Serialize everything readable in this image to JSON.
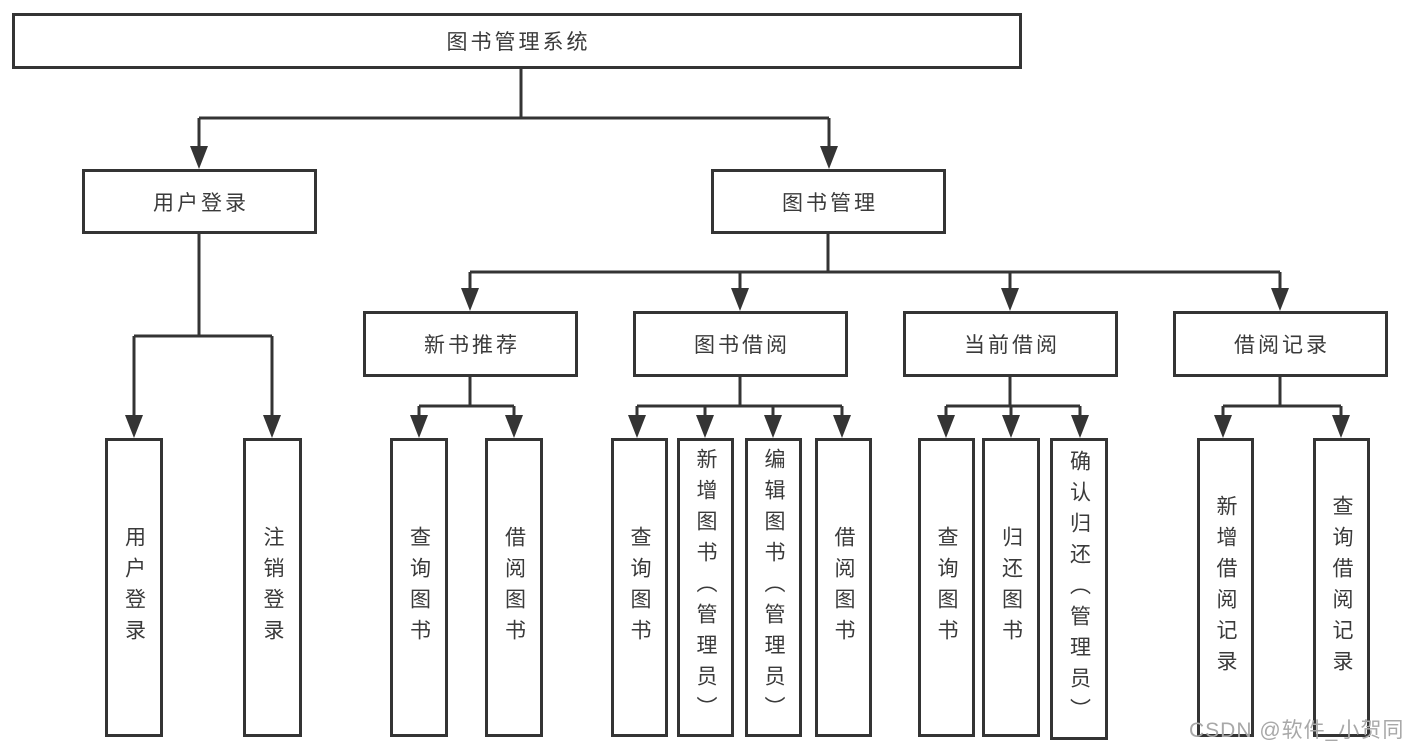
{
  "diagram": {
    "root": {
      "label": "图书管理系统"
    },
    "level2": [
      {
        "id": "user-login",
        "label": "用户登录"
      },
      {
        "id": "book-management",
        "label": "图书管理"
      }
    ],
    "level3": [
      {
        "id": "new-book-recommend",
        "label": "新书推荐"
      },
      {
        "id": "book-borrow",
        "label": "图书借阅"
      },
      {
        "id": "current-borrow",
        "label": "当前借阅"
      },
      {
        "id": "borrow-records",
        "label": "借阅记录"
      }
    ],
    "leaves": {
      "user_login": [
        "用户登录",
        "注销登录"
      ],
      "new_book": [
        "查询图书",
        "借阅图书"
      ],
      "book_borrow": [
        "查询图书",
        "新增图书（管理员）",
        "编辑图书（管理员）",
        "借阅图书"
      ],
      "current_borrow": [
        "查询图书",
        "归还图书",
        "确认归还（管理员）"
      ],
      "borrow_records": [
        "新增借阅记录",
        "查询借阅记录"
      ]
    }
  },
  "watermark": "CSDN @软件_小贺同学",
  "colors": {
    "line": "#343434",
    "text": "#3a3a3a",
    "watermark": "#a8a8a8",
    "background": "#ffffff"
  }
}
